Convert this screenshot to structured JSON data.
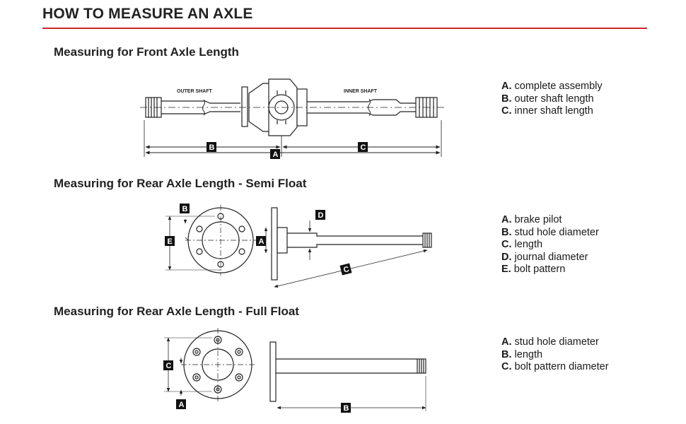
{
  "title": "HOW TO MEASURE AN AXLE",
  "sections": [
    {
      "heading": "Measuring for Front Axle Length",
      "shaft_labels": {
        "outer": "OUTER SHAFT",
        "inner": "INNER SHAFT"
      },
      "markers": [
        "B",
        "A",
        "C"
      ],
      "legend": [
        {
          "key": "A.",
          "text": "complete assembly"
        },
        {
          "key": "B.",
          "text": "outer shaft length"
        },
        {
          "key": "C.",
          "text": "inner shaft length"
        }
      ]
    },
    {
      "heading": "Measuring for Rear Axle Length - Semi Float",
      "markers": [
        "B",
        "E",
        "A",
        "D",
        "C"
      ],
      "legend": [
        {
          "key": "A.",
          "text": "brake pilot"
        },
        {
          "key": "B.",
          "text": "stud hole diameter"
        },
        {
          "key": "C.",
          "text": "length"
        },
        {
          "key": "D.",
          "text": "journal diameter"
        },
        {
          "key": "E.",
          "text": "bolt pattern"
        }
      ]
    },
    {
      "heading": "Measuring for Rear Axle Length - Full Float",
      "markers": [
        "C",
        "A",
        "B"
      ],
      "legend": [
        {
          "key": "A.",
          "text": "stud hole diameter"
        },
        {
          "key": "B.",
          "text": "length"
        },
        {
          "key": "C.",
          "text": "bolt pattern diameter"
        }
      ]
    }
  ],
  "colors": {
    "accent_rule": "#c8272d",
    "ink": "#222222"
  }
}
